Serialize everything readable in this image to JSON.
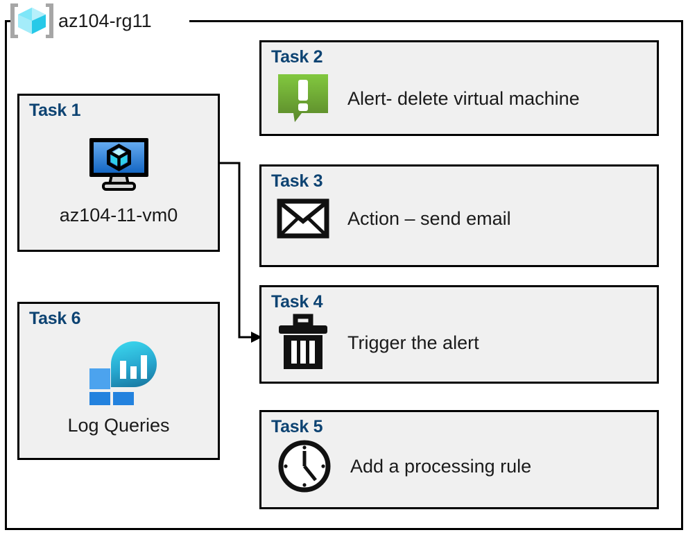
{
  "resource_group": {
    "name": "az104-rg11",
    "icon": "resource-group-cube-icon"
  },
  "colors": {
    "card_fill": "#f0f0f0",
    "card_border": "#000000",
    "task_label": "#0d4372",
    "alert_green_light": "#7cc242",
    "alert_green_dark": "#5c8a27",
    "log_blue_light": "#4ca3ee",
    "log_blue": "#2382de",
    "log_cyan": "#35cde8",
    "log_teal": "#1e7fa8",
    "vm_screen_top": "#5da7ef",
    "vm_screen_bottom": "#1565c0",
    "cube_icon_light": "#9fe9f7",
    "cube_icon_mid": "#32d4ee",
    "bracket_gray": "#a6a6a6"
  },
  "tasks": [
    {
      "id": "task1",
      "label": "Task 1",
      "icon": "virtual-machine-icon",
      "caption": "az104-11-vm0",
      "layout": "left-column"
    },
    {
      "id": "task2",
      "label": "Task 2",
      "icon": "alert-exclamation-bubble-icon",
      "text": "Alert- delete virtual machine",
      "layout": "right-column"
    },
    {
      "id": "task3",
      "label": "Task 3",
      "icon": "envelope-icon",
      "text": "Action – send email",
      "layout": "right-column"
    },
    {
      "id": "task4",
      "label": "Task 4",
      "icon": "trash-can-icon",
      "text": "Trigger the alert",
      "layout": "right-column"
    },
    {
      "id": "task5",
      "label": "Task 5",
      "icon": "clock-icon",
      "text": "Add a processing rule",
      "layout": "right-column"
    },
    {
      "id": "task6",
      "label": "Task 6",
      "icon": "log-analytics-icon",
      "caption": "Log Queries",
      "layout": "left-column"
    }
  ],
  "connector": {
    "from": "virtual-machine-icon",
    "to": "task4-card",
    "arrow": "arrowhead-right"
  }
}
